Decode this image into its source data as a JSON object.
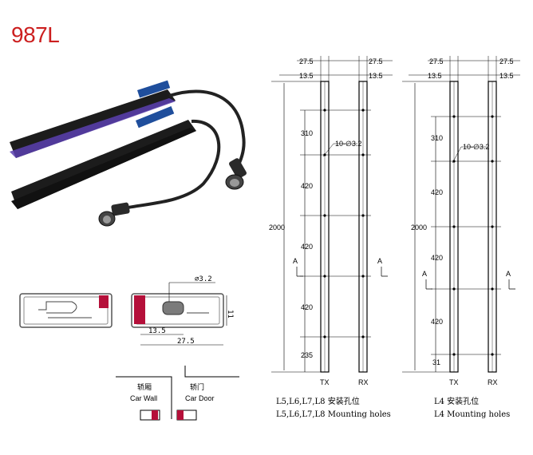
{
  "model": "987L",
  "section": {
    "hole_label": "∅3.2",
    "dim_13_5": "13.5",
    "dim_27_5": "27.5",
    "dim_11": "11"
  },
  "mount": {
    "car_wall_cn": "轿厢",
    "car_wall_en": "Car Wall",
    "car_door_cn": "轿门",
    "car_door_en": "Car Door"
  },
  "drawing_left": {
    "top_dim_a": "27.5",
    "top_dim_b": "13.5",
    "total": "2000",
    "segments": [
      "310",
      "420",
      "420",
      "420",
      "235"
    ],
    "holes_note": "10-∅3.2",
    "section_marker": "A",
    "tx": "TX",
    "rx": "RX",
    "caption_cn": "L5,L6,L7,L8 安装孔位",
    "caption_en": "L5,L6,L7,L8 Mounting holes"
  },
  "drawing_right": {
    "top_dim_a": "27.5",
    "top_dim_b": "13.5",
    "total": "2000",
    "segments": [
      "310",
      "420",
      "420",
      "420",
      "31"
    ],
    "holes_note": "10-∅3.2",
    "section_marker": "A",
    "tx": "TX",
    "rx": "RX",
    "caption_cn": "L4 安装孔位",
    "caption_en": "L4 Mounting holes"
  },
  "colors": {
    "title": "#cc1f1f",
    "accent_red": "#b5103a",
    "bar_purple": "#5b3fb0",
    "label_blue": "#1f4e9c"
  }
}
